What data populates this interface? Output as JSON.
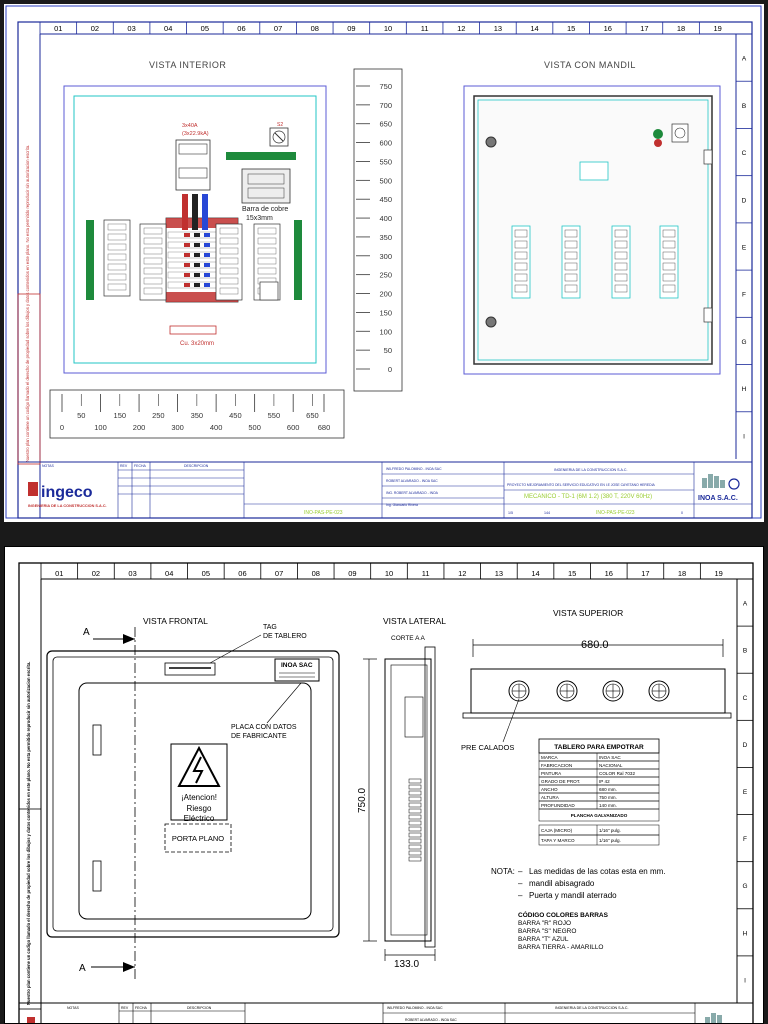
{
  "grid": {
    "cols": [
      "01",
      "02",
      "03",
      "04",
      "05",
      "06",
      "07",
      "08",
      "09",
      "10",
      "11",
      "12",
      "13",
      "14",
      "15",
      "16",
      "17",
      "18",
      "19"
    ],
    "rows": [
      "A",
      "B",
      "C",
      "D",
      "E",
      "F",
      "G",
      "H",
      "I"
    ]
  },
  "sheet1": {
    "view_interior": "VISTA INTERIOR",
    "view_mandil": "VISTA CON MANDIL",
    "breaker_label_1": "3x40A",
    "breaker_label_2": "(3x22.9kA)",
    "switch_label": "S2",
    "busbar_label_1": "Barra de cobre",
    "busbar_label_2": "15x3mm",
    "cu_label": "Cu. 3x20mm",
    "vertical_ruler": [
      "750",
      "700",
      "650",
      "600",
      "550",
      "500",
      "450",
      "400",
      "350",
      "300",
      "250",
      "200",
      "150",
      "100",
      "50",
      "0"
    ],
    "ruler_top": [
      "50",
      "150",
      "250",
      "350",
      "450",
      "550",
      "650"
    ],
    "ruler_bottom": [
      "0",
      "100",
      "200",
      "300",
      "400",
      "500",
      "600",
      "680"
    ],
    "sidebar_note": "Nuestro plan contiene un codigo llamado el derecho de propiedad sobre los dibujos y datos contenidos en este plano. No esta permitido reproducir sin autorizacion escrita.",
    "title_block": {
      "notes_header": "NOTAS",
      "rev_header": "REV",
      "date_header": "FECHA",
      "description_header": "DESCRIPCION",
      "company_name": "ingeco",
      "company_sub": "INGENIERIA DE LA CONSTRUCCION S.A.C.",
      "person_1": "WILFREDO PALOMINO - INOA SAC",
      "person_2": "ROBERT ALVARADO - INOA SAC",
      "person_3": "ING. ROBERT ALVARADO - INOA",
      "person_4": "Ing. Giancarlo Rivera",
      "client": "INGENIERIA DE LA CONSTRUCCION S.A.C.",
      "project": "PROYECTO MEJORAMIENTO DEL SERVICIO EDUCATIVO EN I.E JOSE CAYETANO HEREDIA",
      "sheet_title": "MECANICO - TD-1 (6M 1.2) (380 T, 220V 60Hz)",
      "code": "INO-PAS-PE-023",
      "scale": "1/5",
      "sheet_no": "144",
      "rev_no": "0",
      "brand": "INOA S.A.C."
    }
  },
  "sheet2": {
    "section_a_1": "A",
    "section_a_2": "A",
    "vista_frontal": "VISTA FRONTAL",
    "tag_label": "TAG\nDE TABLERO",
    "tag_line_1": "TAG",
    "tag_line_2": "DE TABLERO",
    "placa_line_1": "PLACA CON DATOS",
    "placa_line_2": "DE FABRICANTE",
    "plate_brand": "INOA SAC",
    "warning_1": "¡Atencion!",
    "warning_2": "Riesgo",
    "warning_3": "Eléctrico",
    "porta_plano": "PORTA  PLANO",
    "vista_lateral": "VISTA LATERAL",
    "corte": "CORTE  A A",
    "height_dim": "750.0",
    "depth_dim": "133.0",
    "vista_superior": "VISTA SUPERIOR",
    "width_dim": "680.0",
    "precalados": "PRE CALADOS",
    "spec_table": {
      "title": "TABLERO PARA EMPOTRAR",
      "rows": [
        [
          "MARCA",
          "INOA SAC"
        ],
        [
          "FABRICACION",
          "NACIONAL"
        ],
        [
          "PINTURA",
          "COLOR Ral 7032"
        ],
        [
          "GRADO DE PROT.",
          "IP 42"
        ],
        [
          "ANCHO",
          "680 mm."
        ],
        [
          "ALTURA",
          "750 mm."
        ],
        [
          "PROFUNDIDAD",
          "140 mm."
        ]
      ],
      "subtitle": "PLANCHA  GALVANIZADO",
      "rows2": [
        [
          "CAJA (MICRO)",
          "1/16\" pulg."
        ],
        [
          "TAPA Y MARCO",
          "1/16\" pulg."
        ]
      ]
    },
    "nota_label": "NOTA:",
    "notes": [
      "Las medidas de las cotas esta en mm.",
      "mandil abisagrado",
      "Puerta y mandil aterrado"
    ],
    "colors_title": "CÓDIGO COLORES BARRAS",
    "colors": [
      "BARRA \"R\"  ROJO",
      "BARRA \"S\"  NEGRO",
      "BARRA \"T\"  AZUL",
      "BARRA TIERRA - AMARILLO"
    ],
    "tb_notes": "NOTAS",
    "tb_rev": "REV",
    "tb_date": "FECHA",
    "tb_desc": "DESCRIPCION",
    "tb_person_1": "WILFREDO PALOMINO - INOA SAC",
    "tb_person_2": "ROBERT ALVARADO - INOA SAC",
    "tb_client": "INGENIERIA DE LA CONSTRUCCION S.A.C."
  },
  "colors": {
    "frame_blue": "#1b2a9a",
    "cyan": "#22c6c6",
    "red": "#c0302f",
    "green": "#1e8a3c",
    "yellow_green": "#9acd32"
  }
}
